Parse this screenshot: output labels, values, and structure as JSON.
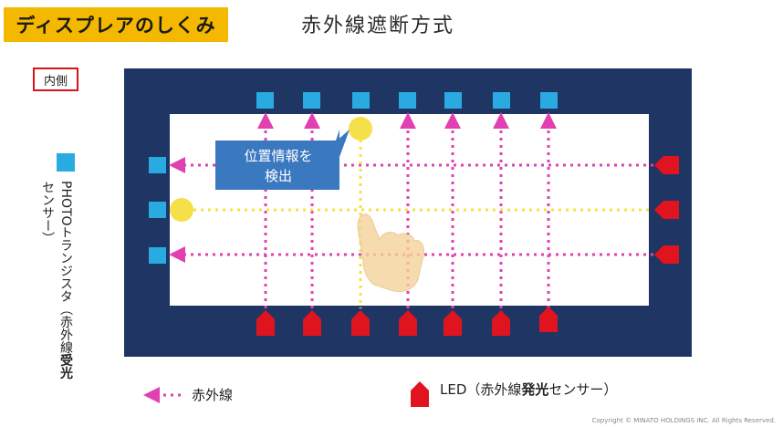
{
  "header": {
    "badge_text": "ディスプレアのしくみ",
    "title": "赤外線遮断方式"
  },
  "inner_label": "内側",
  "side_caption": {
    "line1": "PHOTOトランジスタ",
    "line2_prefix": "（赤外線",
    "line2_bold": "受光",
    "line2_suffix": "センサー）"
  },
  "callout": {
    "line1": "位置情報を",
    "line2": "検出"
  },
  "legend": {
    "ir_label": "赤外線",
    "led_prefix": "LED（赤外線",
    "led_bold": "発光",
    "led_suffix": "センサー）"
  },
  "copyright": "Copyright © MINATO HOLDINGS INC. All Rights Reserved.",
  "colors": {
    "frame": "#1f3564",
    "receiver": "#29abe2",
    "led": "#e0141f",
    "ir_beam": "#e040b0",
    "detected": "#f5e04a",
    "badge": "#f5b800",
    "callout": "#3a78c0"
  },
  "icons": {
    "receiver": "blue-square-icon",
    "emitter": "red-pentagon-led-icon",
    "hand": "pointing-finger-icon"
  }
}
